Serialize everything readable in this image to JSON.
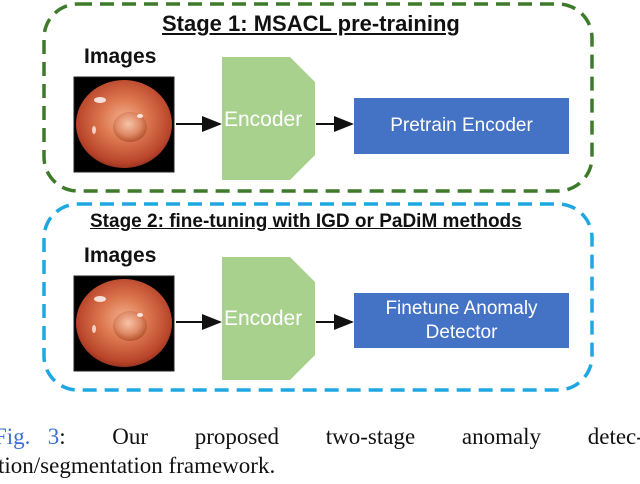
{
  "stage1": {
    "title": "Stage 1: MSACL pre-training",
    "images_label": "Images",
    "encoder_label": "Encoder",
    "output_label": "Pretrain Encoder"
  },
  "stage2": {
    "title": "Stage 2: fine-tuning with IGD or PaDiM methods",
    "images_label": "Images",
    "encoder_label": "Encoder",
    "output_label_line1": "Finetune Anomaly",
    "output_label_line2": "Detector"
  },
  "caption": {
    "fig_word": "Fig.",
    "fig_number": "3",
    "colon": ":",
    "words_line1": [
      "Our",
      "proposed",
      "two-stage",
      "anomaly",
      "detec-"
    ],
    "line2": "tion/segmentation framework."
  },
  "colors": {
    "stage1_border": "#3d7a2a",
    "stage2_border": "#1ea7e0",
    "encoder_fill": "#a9d18e",
    "box_fill": "#4472c4",
    "caption_accent": "#3a6fd8"
  }
}
